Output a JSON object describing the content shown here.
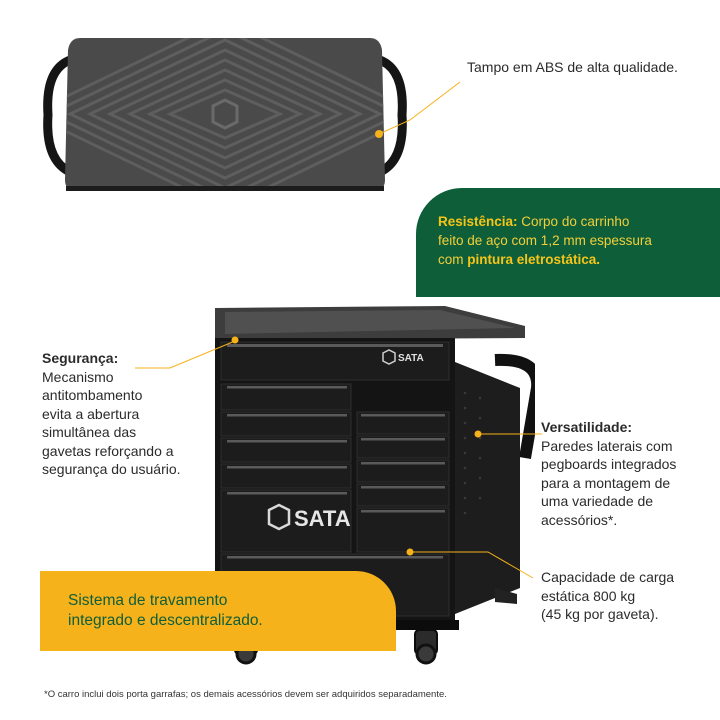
{
  "top_callout": {
    "text": "Tampo em ABS de alta qualidade."
  },
  "green_card": {
    "heading": "Resistência:",
    "line1": " Corpo do carrinho",
    "line2": "feito de aço com 1,2 mm espessura",
    "line3_pre": "com ",
    "line3_bold": "pintura eletrostática."
  },
  "seguranca": {
    "heading": "Segurança:",
    "lines": [
      "Mecanismo",
      "antitombamento",
      "evita a abertura",
      "simultânea das",
      "gavetas reforçando a",
      "segurança do usuário."
    ]
  },
  "versatilidade": {
    "heading": "Versatilidade:",
    "lines": [
      "Paredes laterais com",
      "pegboards integrados",
      "para a montagem de",
      "uma variedade de",
      "acessórios*."
    ]
  },
  "capacidade": {
    "lines": [
      "Capacidade de carga",
      "estática 800 kg",
      "(45 kg por gaveta)."
    ]
  },
  "yellow_card": {
    "line1": "Sistema de travamento",
    "line2": "integrado e descentralizado."
  },
  "brand": {
    "logo_text": "SATA"
  },
  "footnote": "*O carro inclui dois porta garrafas; os demais acessórios devem ser adquiridos separadamente.",
  "colors": {
    "green": "#0f5e3a",
    "yellow": "#f5b21a",
    "accent_dot": "#f5b21a"
  }
}
